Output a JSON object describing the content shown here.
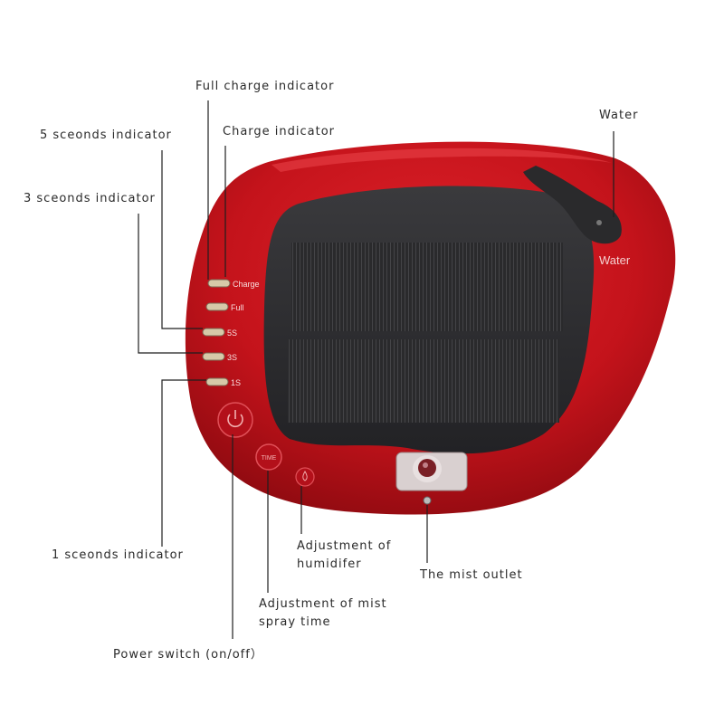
{
  "callouts": {
    "full_charge": "Full charge indicator",
    "charge": "Charge indicator",
    "five_seconds": "5 sceonds indicator",
    "three_seconds": "3 sceonds indicator",
    "one_second": "1 sceonds indicator",
    "water": "Water",
    "humidifier_line1": "Adjustment of",
    "humidifier_line2": "humidifer",
    "mist_outlet": "The mist outlet",
    "mist_time_line1": "Adjustment of mist",
    "mist_time_line2": "spray time",
    "power_switch": "Power switch (on/off）"
  },
  "device": {
    "led_labels": [
      "Charge",
      "Full",
      "5S",
      "3S",
      "1S"
    ],
    "water_label": "Water",
    "time_button_label": "TIME"
  },
  "colors": {
    "body_red": "#c8141c",
    "panel_dark": "#2b2b2e",
    "text": "#2a2a2a"
  }
}
